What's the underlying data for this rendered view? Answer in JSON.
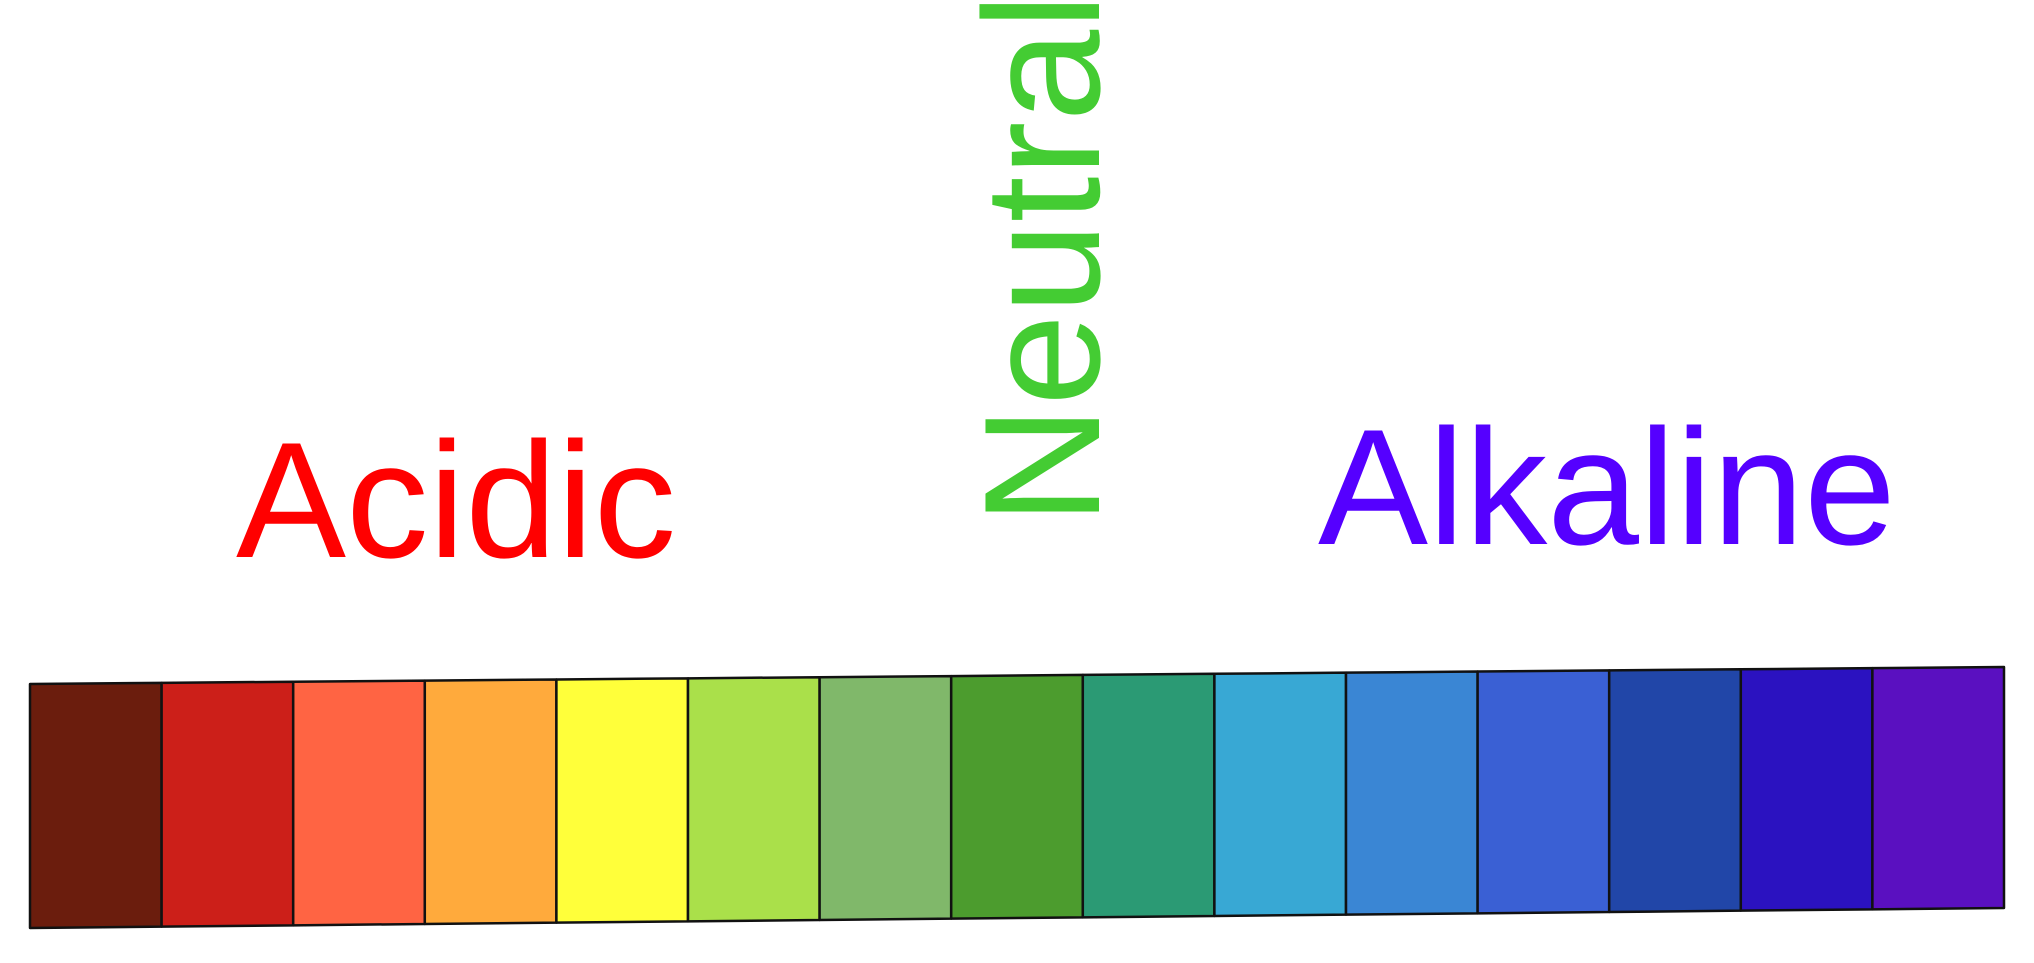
{
  "labels": {
    "acidic": "Acidic",
    "neutral": "Neutral",
    "alkaline": "Alkaline"
  },
  "colors": {
    "acidic": "#ff0000",
    "neutral": "#44cc33",
    "alkaline": "#5500ff",
    "border": "#111111"
  },
  "scale": {
    "swatches": [
      "#6b1d0d",
      "#cc1f19",
      "#ff6443",
      "#ffaa3c",
      "#ffff3a",
      "#aae04a",
      "#80b86a",
      "#4c9c2e",
      "#2b9a74",
      "#38a8d4",
      "#3a86d4",
      "#3a60d4",
      "#2146a8",
      "#2b12c0",
      "#5a10c0"
    ]
  }
}
